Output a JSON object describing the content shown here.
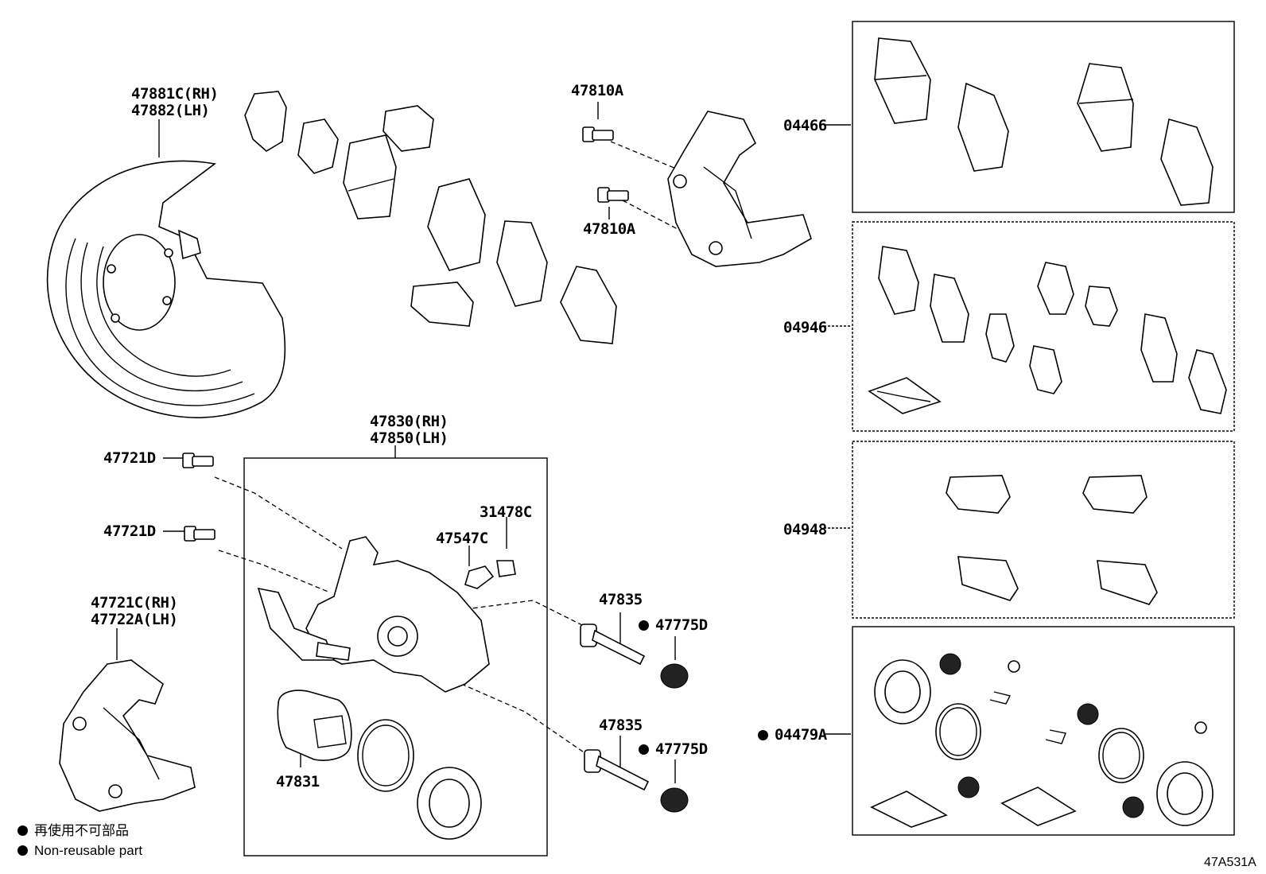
{
  "labels": {
    "backing_plate": [
      "47881C(RH)",
      "47882(LH)"
    ],
    "caliper_bolt_top": "47810A",
    "caliper_bolt_bottom": "47810A",
    "pad_kit": "04466",
    "anti_squeal_kit": "04946",
    "fitting_kit": "04948",
    "cylinder_kit": "04479A",
    "cylinder_assy": [
      "47830(RH)",
      "47850(LH)"
    ],
    "bolt_a": "47721D",
    "bolt_b": "47721D",
    "bleeder_cap": "31478C",
    "bleeder_plug": "47547C",
    "mounting": [
      "47721C(RH)",
      "47722A(LH)"
    ],
    "slide_pin_top": "47835",
    "boot_top": "47775D",
    "slide_pin_bottom": "47835",
    "boot_bottom": "47775D",
    "piston": "47831"
  },
  "legend": {
    "japanese": "再使用不可部品",
    "english": "Non-reusable part"
  },
  "illustration_code": "47A531A"
}
